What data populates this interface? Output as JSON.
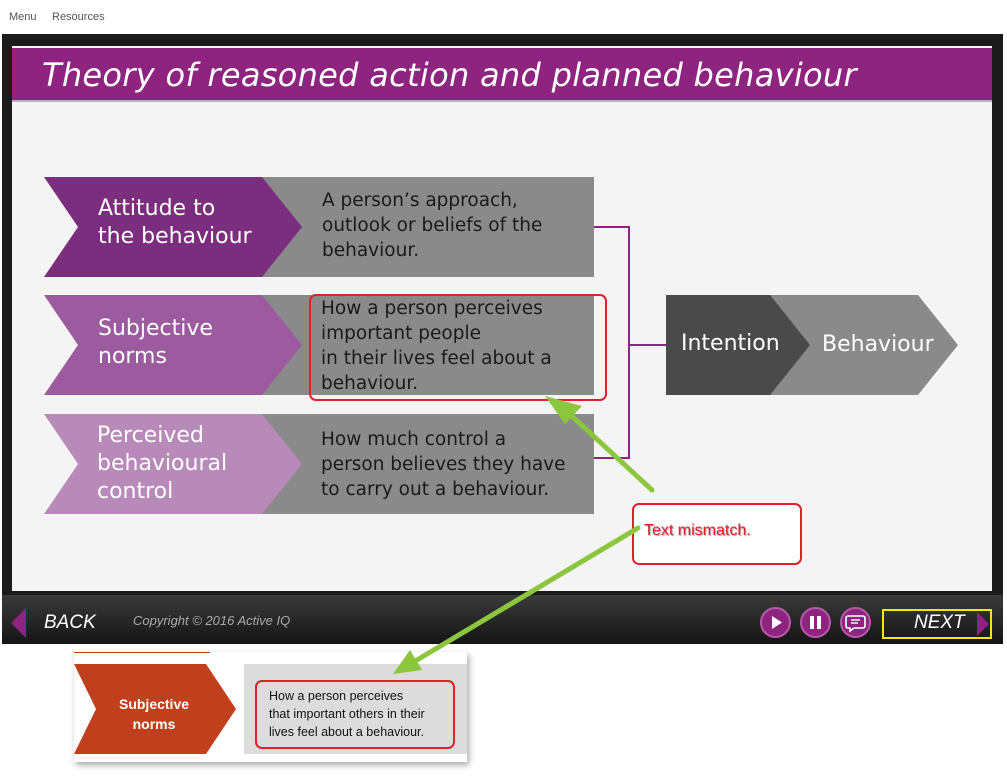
{
  "topnav": {
    "menu": "Menu",
    "resources": "Resources"
  },
  "slide": {
    "title": "Theory of reasoned action and planned behaviour",
    "rows": [
      {
        "label": [
          "Attitude to",
          "the behaviour"
        ],
        "desc": [
          "A person’s approach,",
          "outlook or beliefs of the",
          "behaviour."
        ]
      },
      {
        "label": [
          "Subjective",
          "norms"
        ],
        "desc": [
          "How a person perceives",
          "important people",
          "in their lives feel about a",
          "behaviour."
        ]
      },
      {
        "label": [
          "Perceived",
          "behavioural",
          "control"
        ],
        "desc": [
          "How much control a",
          "person believes they have",
          "to carry out a behaviour."
        ]
      }
    ],
    "outcome": {
      "intention": "Intention",
      "behaviour": "Behaviour"
    }
  },
  "annotation": {
    "callout": "Text mismatch."
  },
  "controls": {
    "back": "BACK",
    "copyright": "Copyright © 2016 Active IQ",
    "next": "NEXT"
  },
  "comparison": {
    "label": [
      "Subjective",
      "norms"
    ],
    "desc": [
      "How a person perceives",
      "that important others in their",
      "lives feel about a behaviour."
    ]
  },
  "colors": {
    "brand_purple": "#8e2480",
    "row1_purple": "#7b2d7e",
    "row2_purple": "#9c5a9f",
    "row3_purple": "#b78ab9",
    "annotation_red": "#e0202a",
    "arrow_green": "#8cc63f",
    "next_highlight": "#f2e800",
    "compare_orange": "#c0401e"
  },
  "icons": [
    "play-icon",
    "pause-icon",
    "transcript-icon"
  ]
}
